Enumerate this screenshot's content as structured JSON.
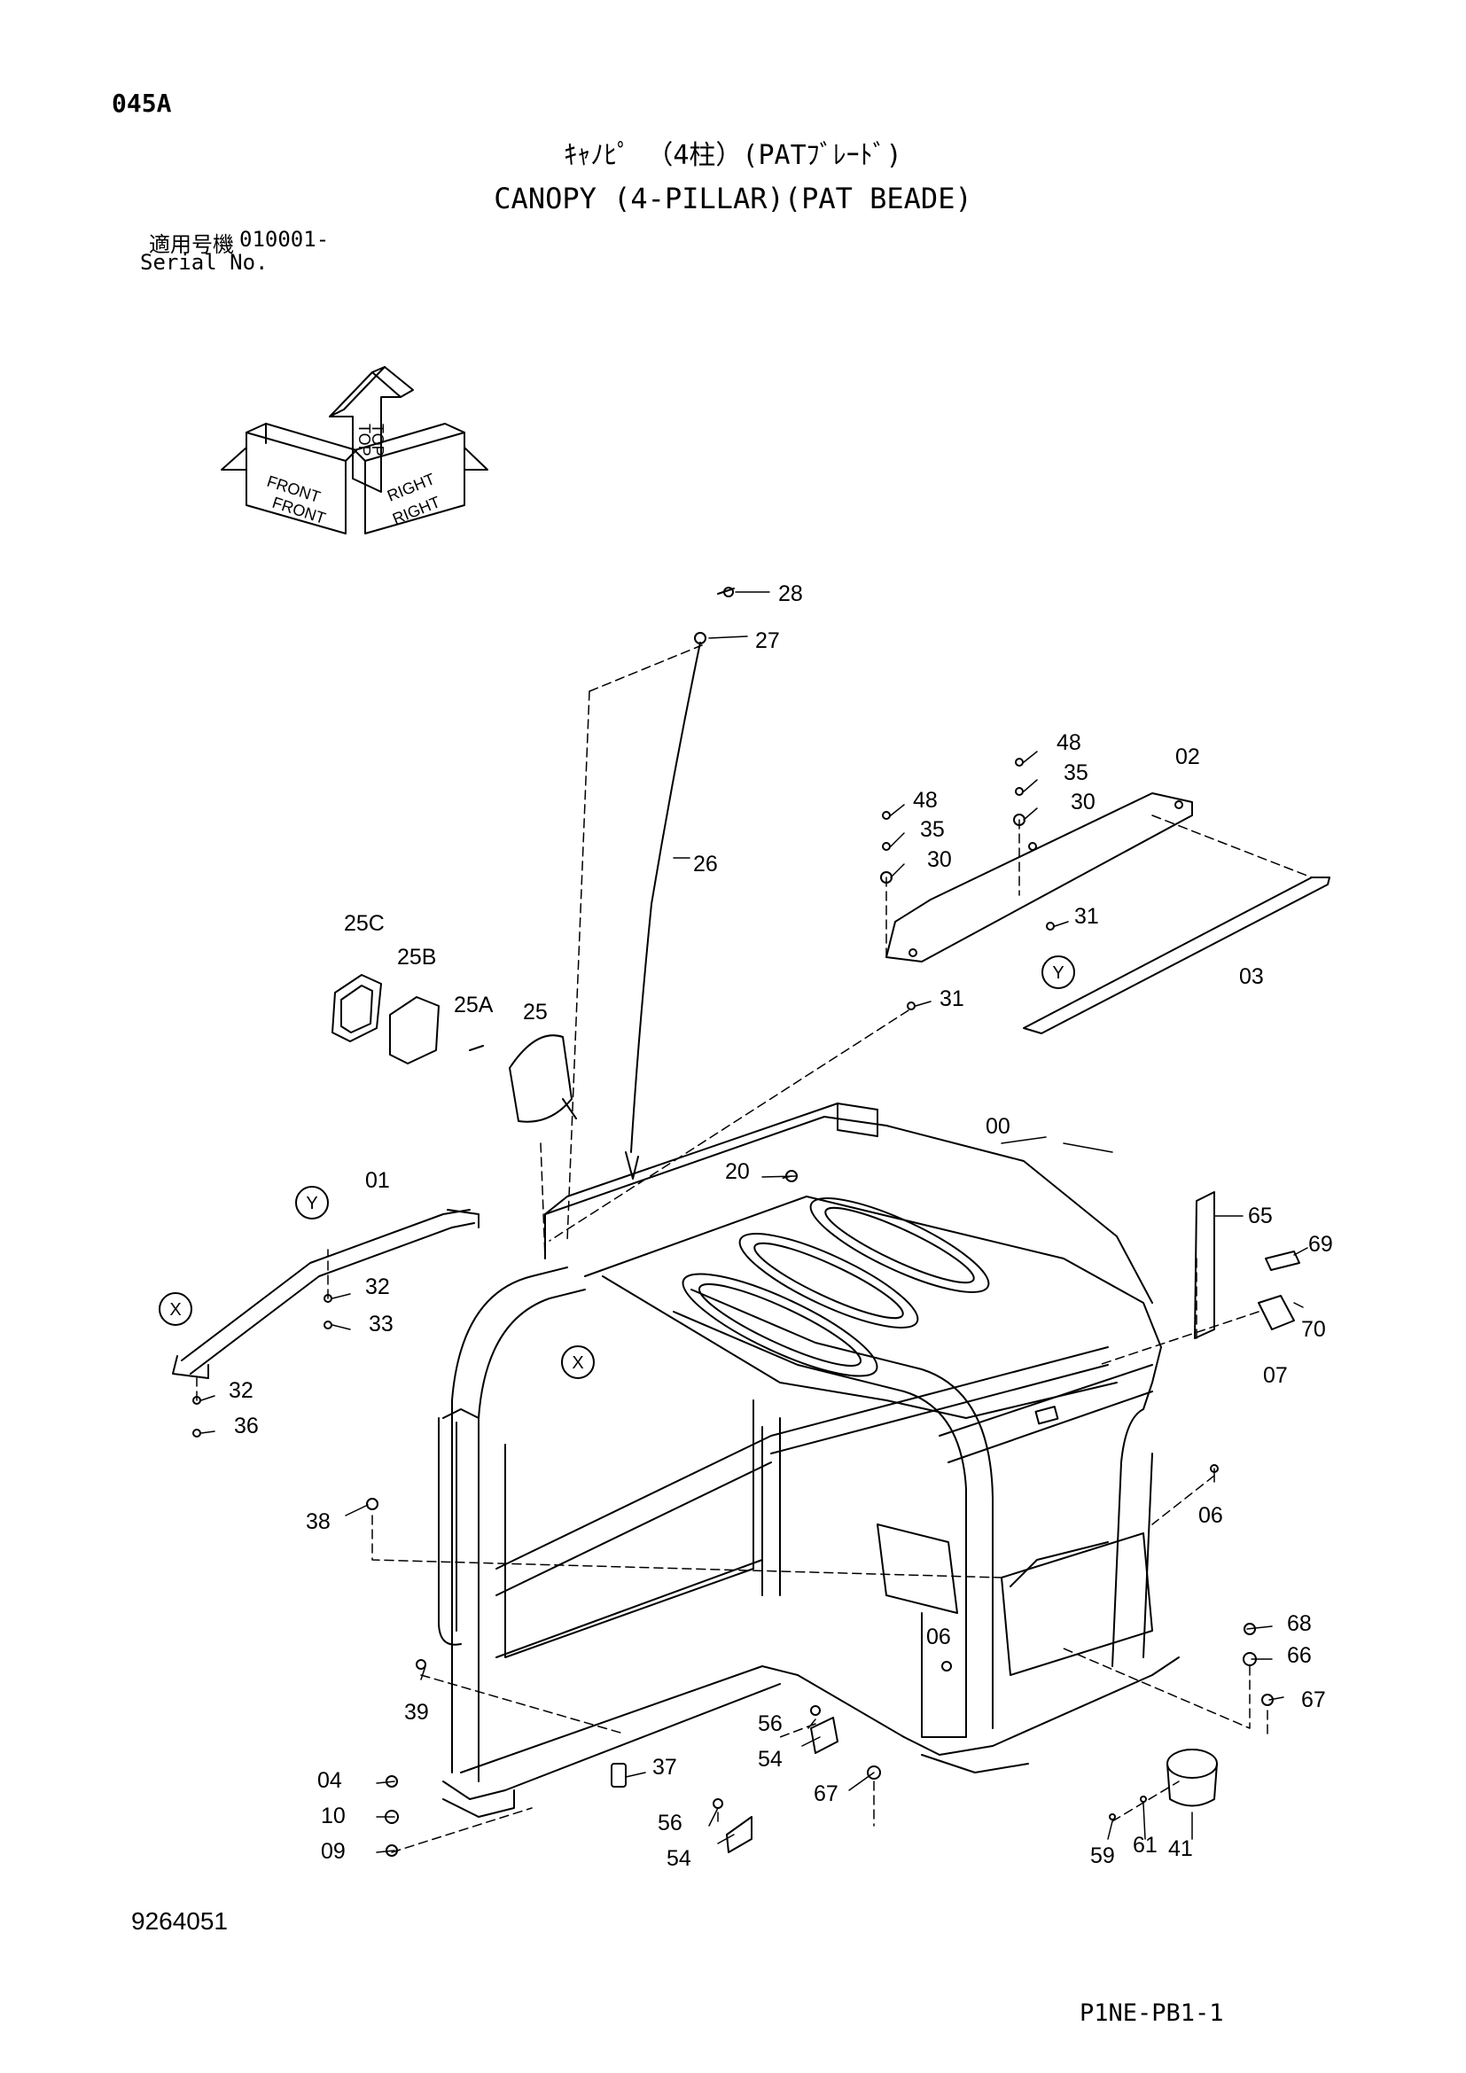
{
  "header": {
    "page_number": "045A",
    "title_jp": "ｷｬﾉﾋﾟ （4柱）(PATﾌﾞﾚｰﾄﾞ)",
    "title_en": "CANOPY (4-PILLAR)(PAT BEADE)",
    "serial_label_jp": "適用号機",
    "serial_label_en": "Serial No.",
    "serial_range": "010001-"
  },
  "orientation": {
    "front_label": "FRONT",
    "top_label": "TOP",
    "right_label": "RIGHT"
  },
  "detail_markers": [
    "X",
    "Y"
  ],
  "part_labels": {
    "p00": "00",
    "p01": "01",
    "p02": "02",
    "p03": "03",
    "p04": "04",
    "p06a": "06",
    "p06b": "06",
    "p07": "07",
    "p09": "09",
    "p10": "10",
    "p20": "20",
    "p25": "25",
    "p25A": "25A",
    "p25B": "25B",
    "p25C": "25C",
    "p26": "26",
    "p27": "27",
    "p28": "28",
    "p30a": "30",
    "p30b": "30",
    "p31a": "31",
    "p31b": "31",
    "p32a": "32",
    "p32b": "32",
    "p33": "33",
    "p35a": "35",
    "p35b": "35",
    "p36": "36",
    "p37": "37",
    "p38": "38",
    "p39": "39",
    "p41": "41",
    "p48a": "48",
    "p48b": "48",
    "p54a": "54",
    "p54b": "54",
    "p56a": "56",
    "p56b": "56",
    "p59": "59",
    "p61": "61",
    "p65": "65",
    "p66": "66",
    "p67a": "67",
    "p67b": "67",
    "p68": "68",
    "p69": "69",
    "p70": "70"
  },
  "footer": {
    "figure_number": "9264051",
    "document_code": "P1NE-PB1-1"
  }
}
